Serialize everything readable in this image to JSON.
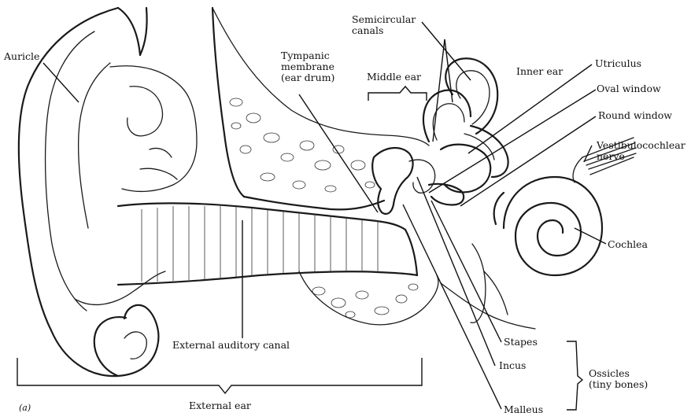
{
  "labels": {
    "auricle": "Auricle",
    "semicircular_canals": "Semicircular\ncanals",
    "tympanic_membrane": "Tympanic\nmembrane\n(ear drum)",
    "middle_ear": "Middle ear",
    "inner_ear": "Inner ear",
    "utriculus": "Utriculus",
    "oval_window": "Oval window",
    "round_window": "Round window",
    "vestibulocochlear_nerve": "Vestibulocochlear\nnerve",
    "cochlea": "Cochlea",
    "external_auditory_canal": "External auditory canal",
    "external_ear": "External ear",
    "stapes": "Stapes",
    "incus": "Incus",
    "malleus": "Malleus",
    "ossicles": "Ossicles\n(tiny bones)",
    "panel": "(a)"
  }
}
